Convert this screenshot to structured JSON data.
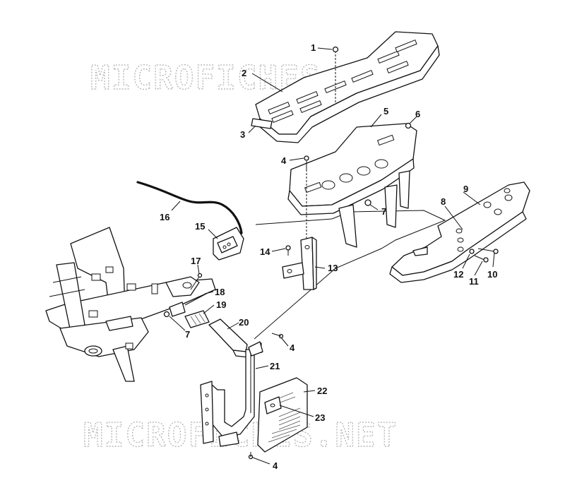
{
  "watermarks": {
    "top": "MICROFICHES.NET",
    "bottom": "MICROFICHES.NET"
  },
  "callouts": [
    {
      "id": "c1",
      "text": "1"
    },
    {
      "id": "c2",
      "text": "2"
    },
    {
      "id": "c3",
      "text": "3"
    },
    {
      "id": "c4a",
      "text": "4"
    },
    {
      "id": "c5",
      "text": "5"
    },
    {
      "id": "c6",
      "text": "6"
    },
    {
      "id": "c7a",
      "text": "7"
    },
    {
      "id": "c8",
      "text": "8"
    },
    {
      "id": "c9",
      "text": "9"
    },
    {
      "id": "c10",
      "text": "10"
    },
    {
      "id": "c11",
      "text": "11"
    },
    {
      "id": "c12",
      "text": "12"
    },
    {
      "id": "c13",
      "text": "13"
    },
    {
      "id": "c14",
      "text": "14"
    },
    {
      "id": "c15",
      "text": "15"
    },
    {
      "id": "c16",
      "text": "16"
    },
    {
      "id": "c17",
      "text": "17"
    },
    {
      "id": "c18",
      "text": "18"
    },
    {
      "id": "c19",
      "text": "19"
    },
    {
      "id": "c7b",
      "text": "7"
    },
    {
      "id": "c20",
      "text": "20"
    },
    {
      "id": "c4b",
      "text": "4"
    },
    {
      "id": "c21",
      "text": "21"
    },
    {
      "id": "c22",
      "text": "22"
    },
    {
      "id": "c23",
      "text": "23"
    },
    {
      "id": "c4c",
      "text": "4"
    }
  ]
}
